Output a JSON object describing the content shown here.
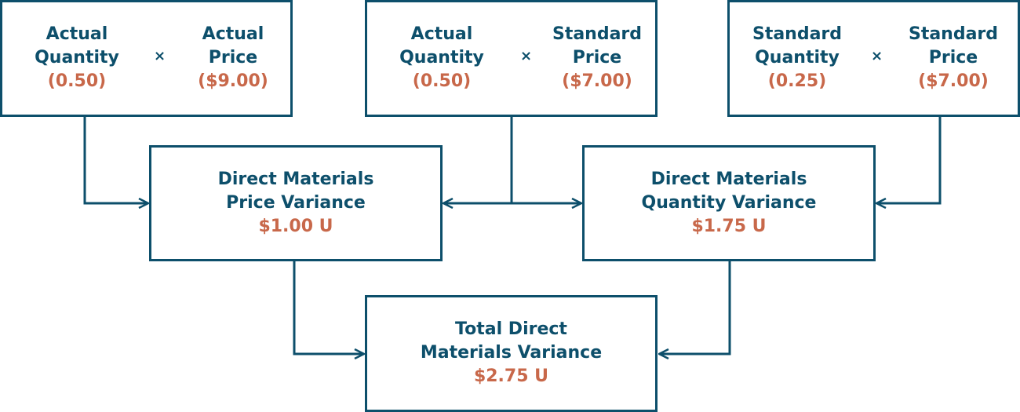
{
  "colors": {
    "line": "#0d4f6b",
    "label": "#0d4f6b",
    "value": "#c8684a"
  },
  "operator": "×",
  "top_boxes": [
    {
      "left": {
        "label1": "Actual",
        "label2": "Quantity",
        "value": "(0.50)"
      },
      "right": {
        "label1": "Actual",
        "label2": "Price",
        "value": "($9.00)"
      }
    },
    {
      "left": {
        "label1": "Actual",
        "label2": "Quantity",
        "value": "(0.50)"
      },
      "right": {
        "label1": "Standard",
        "label2": "Price",
        "value": "($7.00)"
      }
    },
    {
      "left": {
        "label1": "Standard",
        "label2": "Quantity",
        "value": "(0.25)"
      },
      "right": {
        "label1": "Standard",
        "label2": "Price",
        "value": "($7.00)"
      }
    }
  ],
  "price_variance": {
    "line1": "Direct Materials",
    "line2": "Price Variance",
    "value": "$1.00 U"
  },
  "quantity_variance": {
    "line1": "Direct Materials",
    "line2": "Quantity Variance",
    "value": "$1.75 U"
  },
  "total_variance": {
    "line1": "Total Direct",
    "line2": "Materials Variance",
    "value": "$2.75 U"
  }
}
